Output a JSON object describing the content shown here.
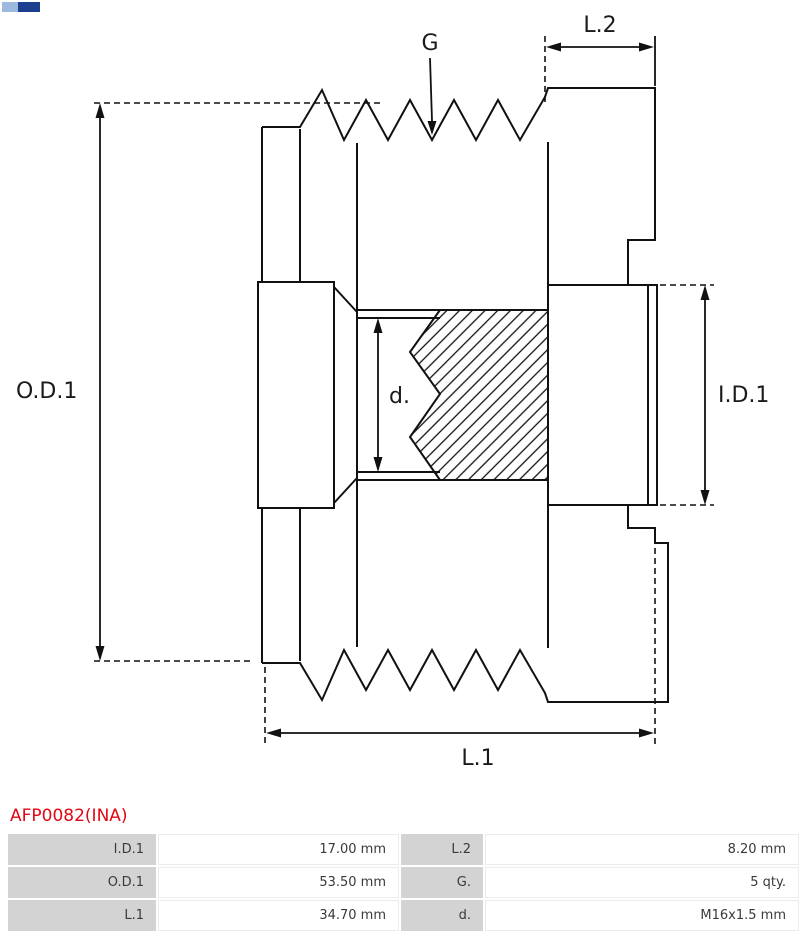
{
  "part_number": "AFP0082(INA)",
  "drawing": {
    "labels": {
      "g": "G",
      "l2": "L.2",
      "od1": "O.D.1",
      "id1": "I.D.1",
      "d": "d.",
      "l1": "L.1"
    }
  },
  "spec_table": {
    "rows": [
      {
        "label1": "I.D.1",
        "value1": "17.00 mm",
        "label2": "L.2",
        "value2": "8.20 mm"
      },
      {
        "label1": "O.D.1",
        "value1": "53.50 mm",
        "label2": "G.",
        "value2": "5 qty."
      },
      {
        "label1": "L.1",
        "value1": "34.70 mm",
        "label2": "d.",
        "value2": "M16x1.5 mm"
      }
    ]
  },
  "colors": {
    "accent_red": "#e30613",
    "drawing_line": "#111111",
    "table_label_bg": "#d3d3d3",
    "logo_blue_light": "#9db9dd",
    "logo_blue_dark": "#1d3f8f"
  }
}
